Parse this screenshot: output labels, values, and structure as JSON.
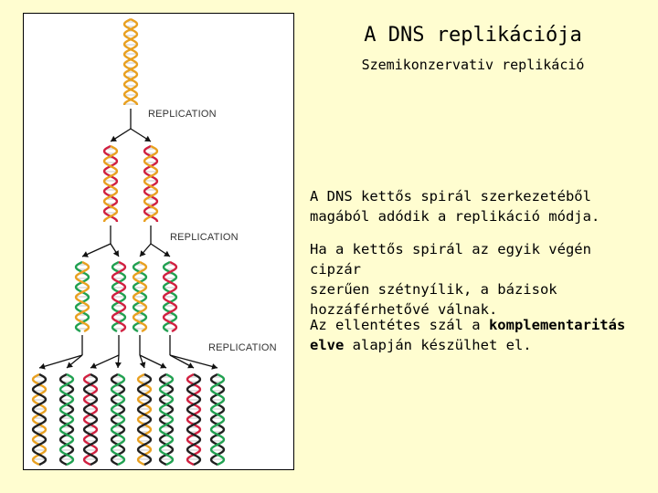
{
  "slide": {
    "title": "A DNS replikációja",
    "subtitle": "Szemikonzervativ replikáció"
  },
  "figure": {
    "replication_labels": [
      "REPLICATION",
      "REPLICATION",
      "REPLICATION"
    ],
    "strand_colors": {
      "original": "#e8a020",
      "gen1": "#d02040",
      "gen2": "#20a050",
      "gen3": "#202020",
      "rungs": "#c8c8c8"
    }
  },
  "paragraphs": {
    "p1_line1": "A DNS kettős spirál szerkezetéből",
    "p1_line2": "magából adódik a replikáció módja.",
    "p2_line1": "Ha a kettős spirál az egyik végén cipzár",
    "p2_line2": "szerűen szétnyílik, a bázisok",
    "p2_line3": "hozzáférhetővé válnak.",
    "p3_pre": "Az ellentétes szál a ",
    "p3_bold1": "komplementaritás",
    "p3_bold2": "elve",
    "p3_post": " alapján készülhet el."
  }
}
